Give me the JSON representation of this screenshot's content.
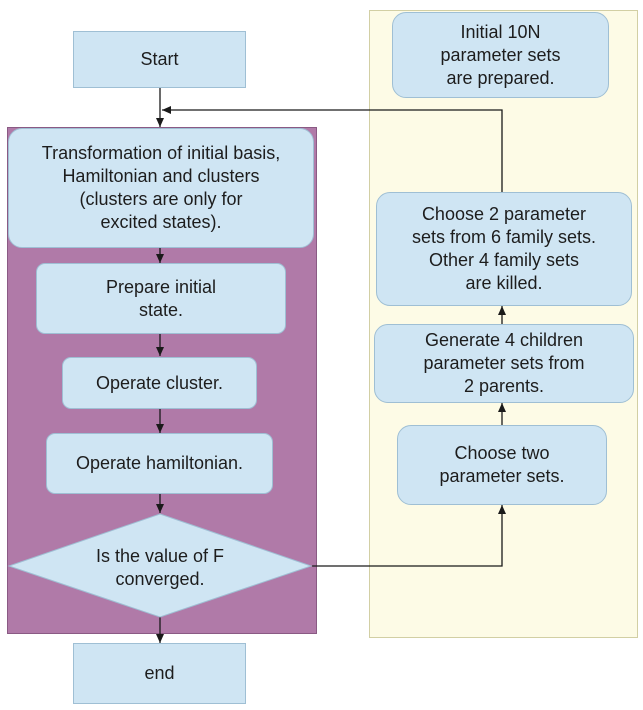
{
  "flowchart": {
    "start": "Start",
    "transformation": "Transformation of initial basis,\nHamiltonian and clusters\n(clusters are only for\nexcited states).",
    "prepare_state": "Prepare initial\nstate.",
    "operate_cluster": "Operate cluster.",
    "operate_hamiltonian": "Operate hamiltonian.",
    "decision": "Is the value of F\nconverged.",
    "end": "end",
    "initial_sets": "Initial 10N\nparameter sets\nare prepared.",
    "choose_two_from_six": "Choose 2 parameter\nsets from 6 family sets.\nOther 4 family sets\nare killed.",
    "generate_children": "Generate 4 children\nparameter sets from\n2 parents.",
    "choose_two": "Choose two\nparameter sets."
  },
  "colors": {
    "left_panel": "#b07aa8",
    "right_panel": "#fdfbe6",
    "box_fill": "#cfe5f3",
    "box_border": "#9fbfd4",
    "arrow": "#1a1a1a"
  }
}
